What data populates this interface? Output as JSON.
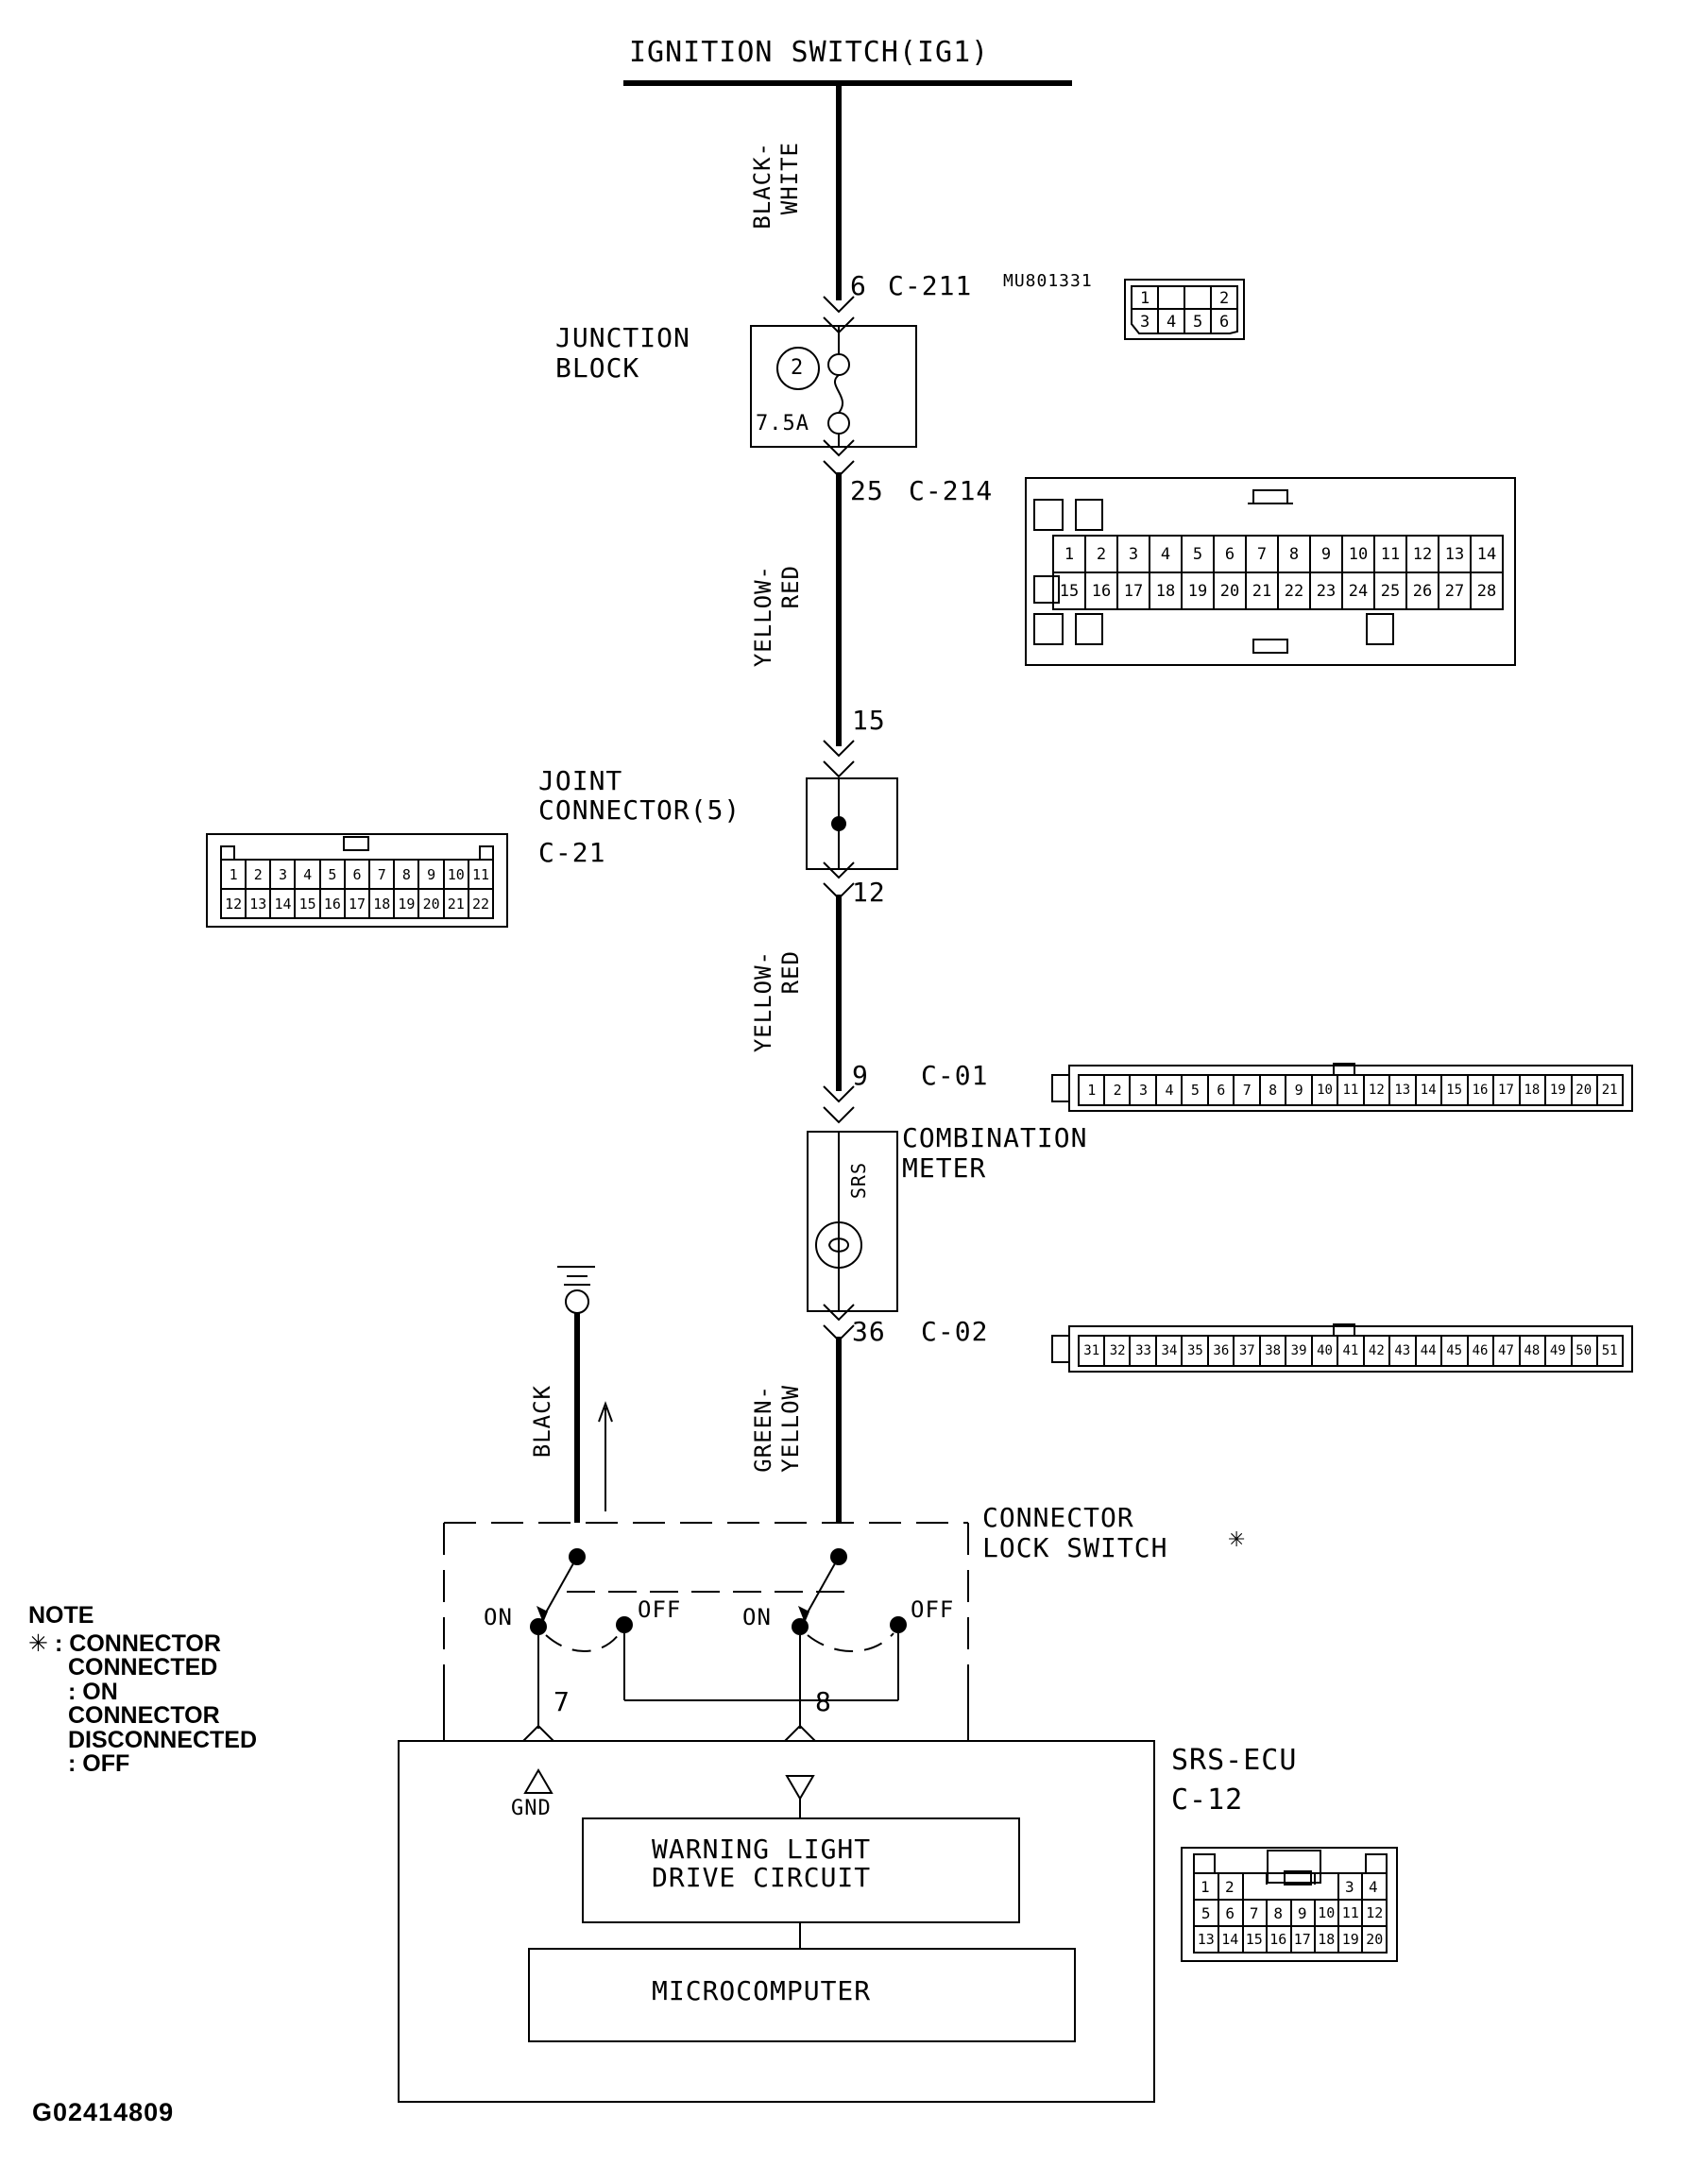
{
  "diagram": {
    "title": "IGNITION SWITCH(IG1)",
    "figure_code": "G02414809",
    "part_number_label": "MU801331"
  },
  "components": {
    "junction_block": {
      "label_line1": "JUNCTION",
      "label_line2": "BLOCK",
      "circuit_number": "2",
      "fuse_rating": "7.5A"
    },
    "joint_connector": {
      "label_line1": "JOINT",
      "label_line2": "CONNECTOR(5)",
      "label_line3": "C-21"
    },
    "combination_meter": {
      "label_line1": "COMBINATION",
      "label_line2": "METER",
      "lamp_label": "SRS"
    },
    "connector_lock_switch": {
      "label_line1": "CONNECTOR",
      "label_line2": "LOCK SWITCH",
      "asterisk": "✳",
      "positions": [
        "ON",
        "OFF",
        "ON",
        "OFF"
      ]
    },
    "srs_ecu": {
      "label_line1": "SRS-ECU",
      "label_line2": "C-12",
      "block1": "WARNING LIGHT\nDRIVE CIRCUIT",
      "block2": "MICROCOMPUTER",
      "gnd_label": "GND"
    }
  },
  "wires": [
    {
      "name": "black-white",
      "color_text": "BLACK-\nWHITE",
      "line1": "BLACK-",
      "line2": "WHITE"
    },
    {
      "name": "yellow-red-upper",
      "line1": "YELLOW-",
      "line2": "RED"
    },
    {
      "name": "yellow-red-lower",
      "line1": "YELLOW-",
      "line2": "RED"
    },
    {
      "name": "black-ground",
      "line1": "BLACK"
    },
    {
      "name": "green-yellow",
      "line1": "GREEN-",
      "line2": "YELLOW"
    }
  ],
  "pin_callouts": [
    {
      "pin": "6",
      "connector": "C-211"
    },
    {
      "pin": "25",
      "connector": "C-214"
    },
    {
      "pin": "15",
      "connector": ""
    },
    {
      "pin": "12",
      "connector": ""
    },
    {
      "pin": "9",
      "connector": "C-01"
    },
    {
      "pin": "36",
      "connector": "C-02"
    },
    {
      "pin": "7",
      "connector": ""
    },
    {
      "pin": "8",
      "connector": ""
    }
  ],
  "connector_views": {
    "c211": {
      "id": "C-211",
      "part": "MU801331",
      "row1": [
        "1",
        "",
        "2"
      ],
      "row2": [
        "3",
        "4",
        "5",
        "6"
      ]
    },
    "c214": {
      "id": "C-214",
      "row1": [
        "1",
        "2",
        "3",
        "4",
        "5",
        "6",
        "7",
        "8",
        "9",
        "10",
        "11",
        "12",
        "13",
        "14"
      ],
      "row2": [
        "15",
        "16",
        "17",
        "18",
        "19",
        "20",
        "21",
        "22",
        "23",
        "24",
        "25",
        "26",
        "27",
        "28"
      ]
    },
    "c21": {
      "id": "C-21",
      "row1": [
        "1",
        "2",
        "3",
        "4",
        "5",
        "6",
        "7",
        "8",
        "9",
        "10",
        "11"
      ],
      "row2": [
        "12",
        "13",
        "14",
        "15",
        "16",
        "17",
        "18",
        "19",
        "20",
        "21",
        "22"
      ]
    },
    "c01": {
      "id": "C-01",
      "row1": [
        "1",
        "2",
        "3",
        "4",
        "5",
        "6",
        "7",
        "8",
        "9",
        "10",
        "11",
        "12",
        "13",
        "14",
        "15",
        "16",
        "17",
        "18",
        "19",
        "20",
        "21"
      ]
    },
    "c02": {
      "id": "C-02",
      "row1": [
        "31",
        "32",
        "33",
        "34",
        "35",
        "36",
        "37",
        "38",
        "39",
        "40",
        "41",
        "42",
        "43",
        "44",
        "45",
        "46",
        "47",
        "48",
        "49",
        "50",
        "51"
      ]
    },
    "c12": {
      "id": "C-12",
      "row1_left": [
        "1",
        "2"
      ],
      "row1_right": [
        "3",
        "4"
      ],
      "row2": [
        "5",
        "6",
        "7",
        "8",
        "9",
        "10",
        "11",
        "12"
      ],
      "row3": [
        "13",
        "14",
        "15",
        "16",
        "17",
        "18",
        "19",
        "20"
      ]
    }
  },
  "note": {
    "heading": "NOTE",
    "symbol": "✳",
    "lines": [
      ": CONNECTOR",
      "  CONNECTED",
      "  : ON",
      "  CONNECTOR",
      "  DISCONNECTED",
      "  : OFF"
    ],
    "line1": ": CONNECTOR",
    "line2": "CONNECTED",
    "line3": ": ON",
    "line4": "CONNECTOR",
    "line5": "DISCONNECTED",
    "line6": ": OFF"
  },
  "colors": {
    "ink": "#000000",
    "background": "#ffffff"
  }
}
